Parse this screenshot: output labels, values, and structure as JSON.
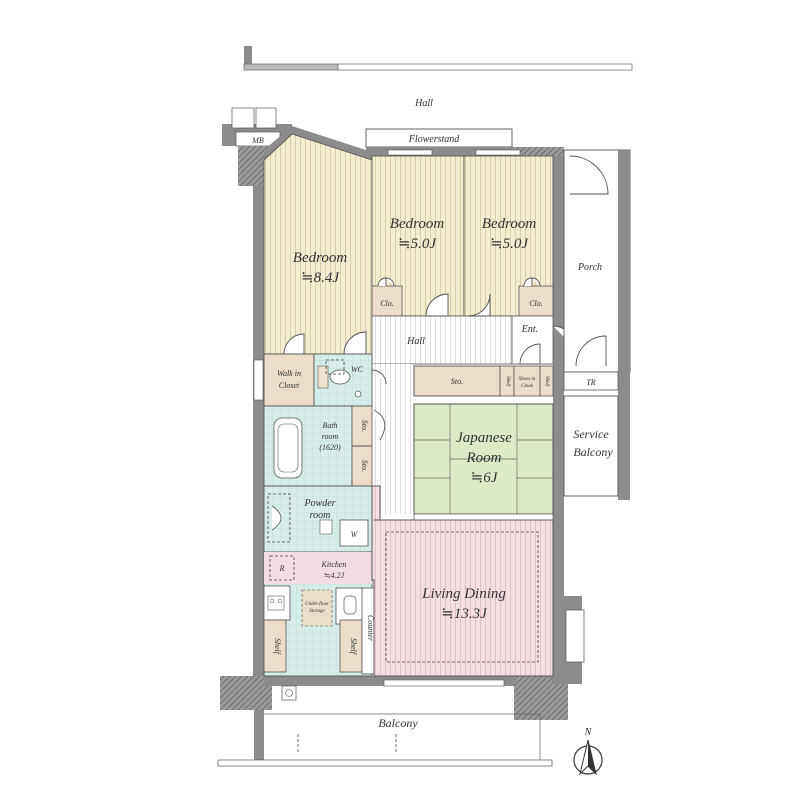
{
  "labels": {
    "hall_top": "Hall",
    "flowerstand": "Flowerstand",
    "mb": "MB",
    "bedroom_main": "Bedroom",
    "bedroom_main_size": "≒8.4J",
    "bedroom_2": "Bedroom",
    "bedroom_2_size": "≒5.0J",
    "bedroom_3": "Bedroom",
    "bedroom_3_size": "≒5.0J",
    "clo_1": "Clo.",
    "clo_2": "Clo.",
    "porch": "Porch",
    "hall_inner": "Hall",
    "ent": "Ent.",
    "walk_in": "Walk in",
    "closet": "Closet",
    "wc": "WC",
    "sto_main": "Sto.",
    "shelf_a": "Shelf",
    "shoes_in": "Shoes in",
    "cloak": "Cloak",
    "shelf_b": "Shelf",
    "tr": "TR",
    "bath": "Bath",
    "room": "room",
    "bath_size": "(1620)",
    "sto_side1": "Sto.",
    "sto_side2": "Sto.",
    "japanese": "Japanese",
    "japanese_room": "Room",
    "japanese_size": "≒6J",
    "service": "Service",
    "service_balcony": "Balcony",
    "powder": "Powder",
    "powder_room": "room",
    "w": "W",
    "kitchen": "Kitchen",
    "kitchen_size": "≒4.2J",
    "r": "R",
    "underfloor": "Under-floor",
    "storage": "Storage",
    "counter": "Counter",
    "shelf_k1": "Shelf",
    "shelf_k2": "Shelf",
    "living": "Living Dining",
    "living_size": "≒13.3J",
    "balcony": "Balcony",
    "north": "N"
  },
  "colors": {
    "bedroom": "#f2eccf",
    "closet": "#ecdcc8",
    "wet": "#d7ede8",
    "japanese": "#dcebc6",
    "living": "#f4dde2",
    "hall": "#ffffff",
    "wall": "#8c8c8c"
  }
}
